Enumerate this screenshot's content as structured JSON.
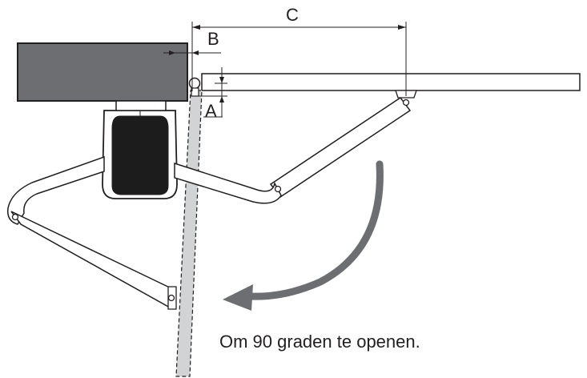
{
  "labels": {
    "a": "A",
    "b": "B",
    "c": "C"
  },
  "caption": "Om 90 graden te openen.",
  "colors": {
    "line": "#231f20",
    "wall_fill": "#6d6e71",
    "motor_fill": "#1c1c1c",
    "motor_housing": "#ffffff",
    "gate_leaf_fill": "#d1d3d4",
    "arrow": "#6d6e71",
    "background": "#ffffff"
  }
}
